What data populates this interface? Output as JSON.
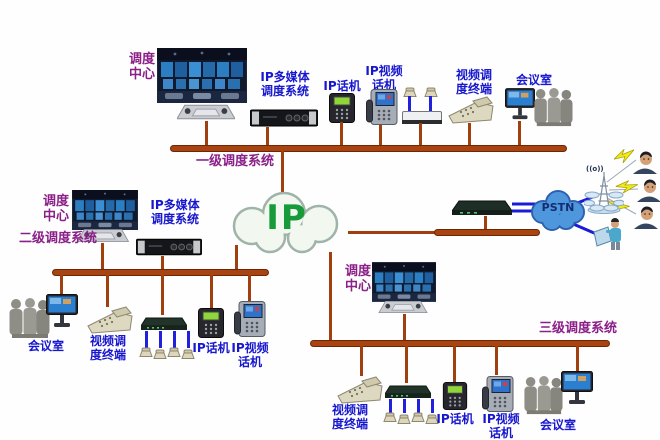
{
  "labels": {
    "dispatch_center": "调度\n中心",
    "ip_multimedia": "IP多媒体\n调度系统",
    "ip_phone": "IP话机",
    "ip_video_phone": "IP视频\n话机",
    "video_terminal": "视频调\n度终端",
    "meeting_room": "会议室",
    "bus_level1": "一级调度系统",
    "bus_level2": "二级调度系统",
    "bus_level3": "三级调度系统",
    "ip_cloud": "IP",
    "pstn_cloud": "PSTN",
    "antenna": "((o))"
  },
  "colors": {
    "bus_line": "#a84312",
    "label_purple": "#8b2089",
    "label_blue": "#1717cf",
    "ip_green": "#169a3a",
    "pstn_fill": "#4f97dd",
    "phone_line_blue": "#2121dd",
    "lightning_yellow": "#f0ea1a"
  }
}
